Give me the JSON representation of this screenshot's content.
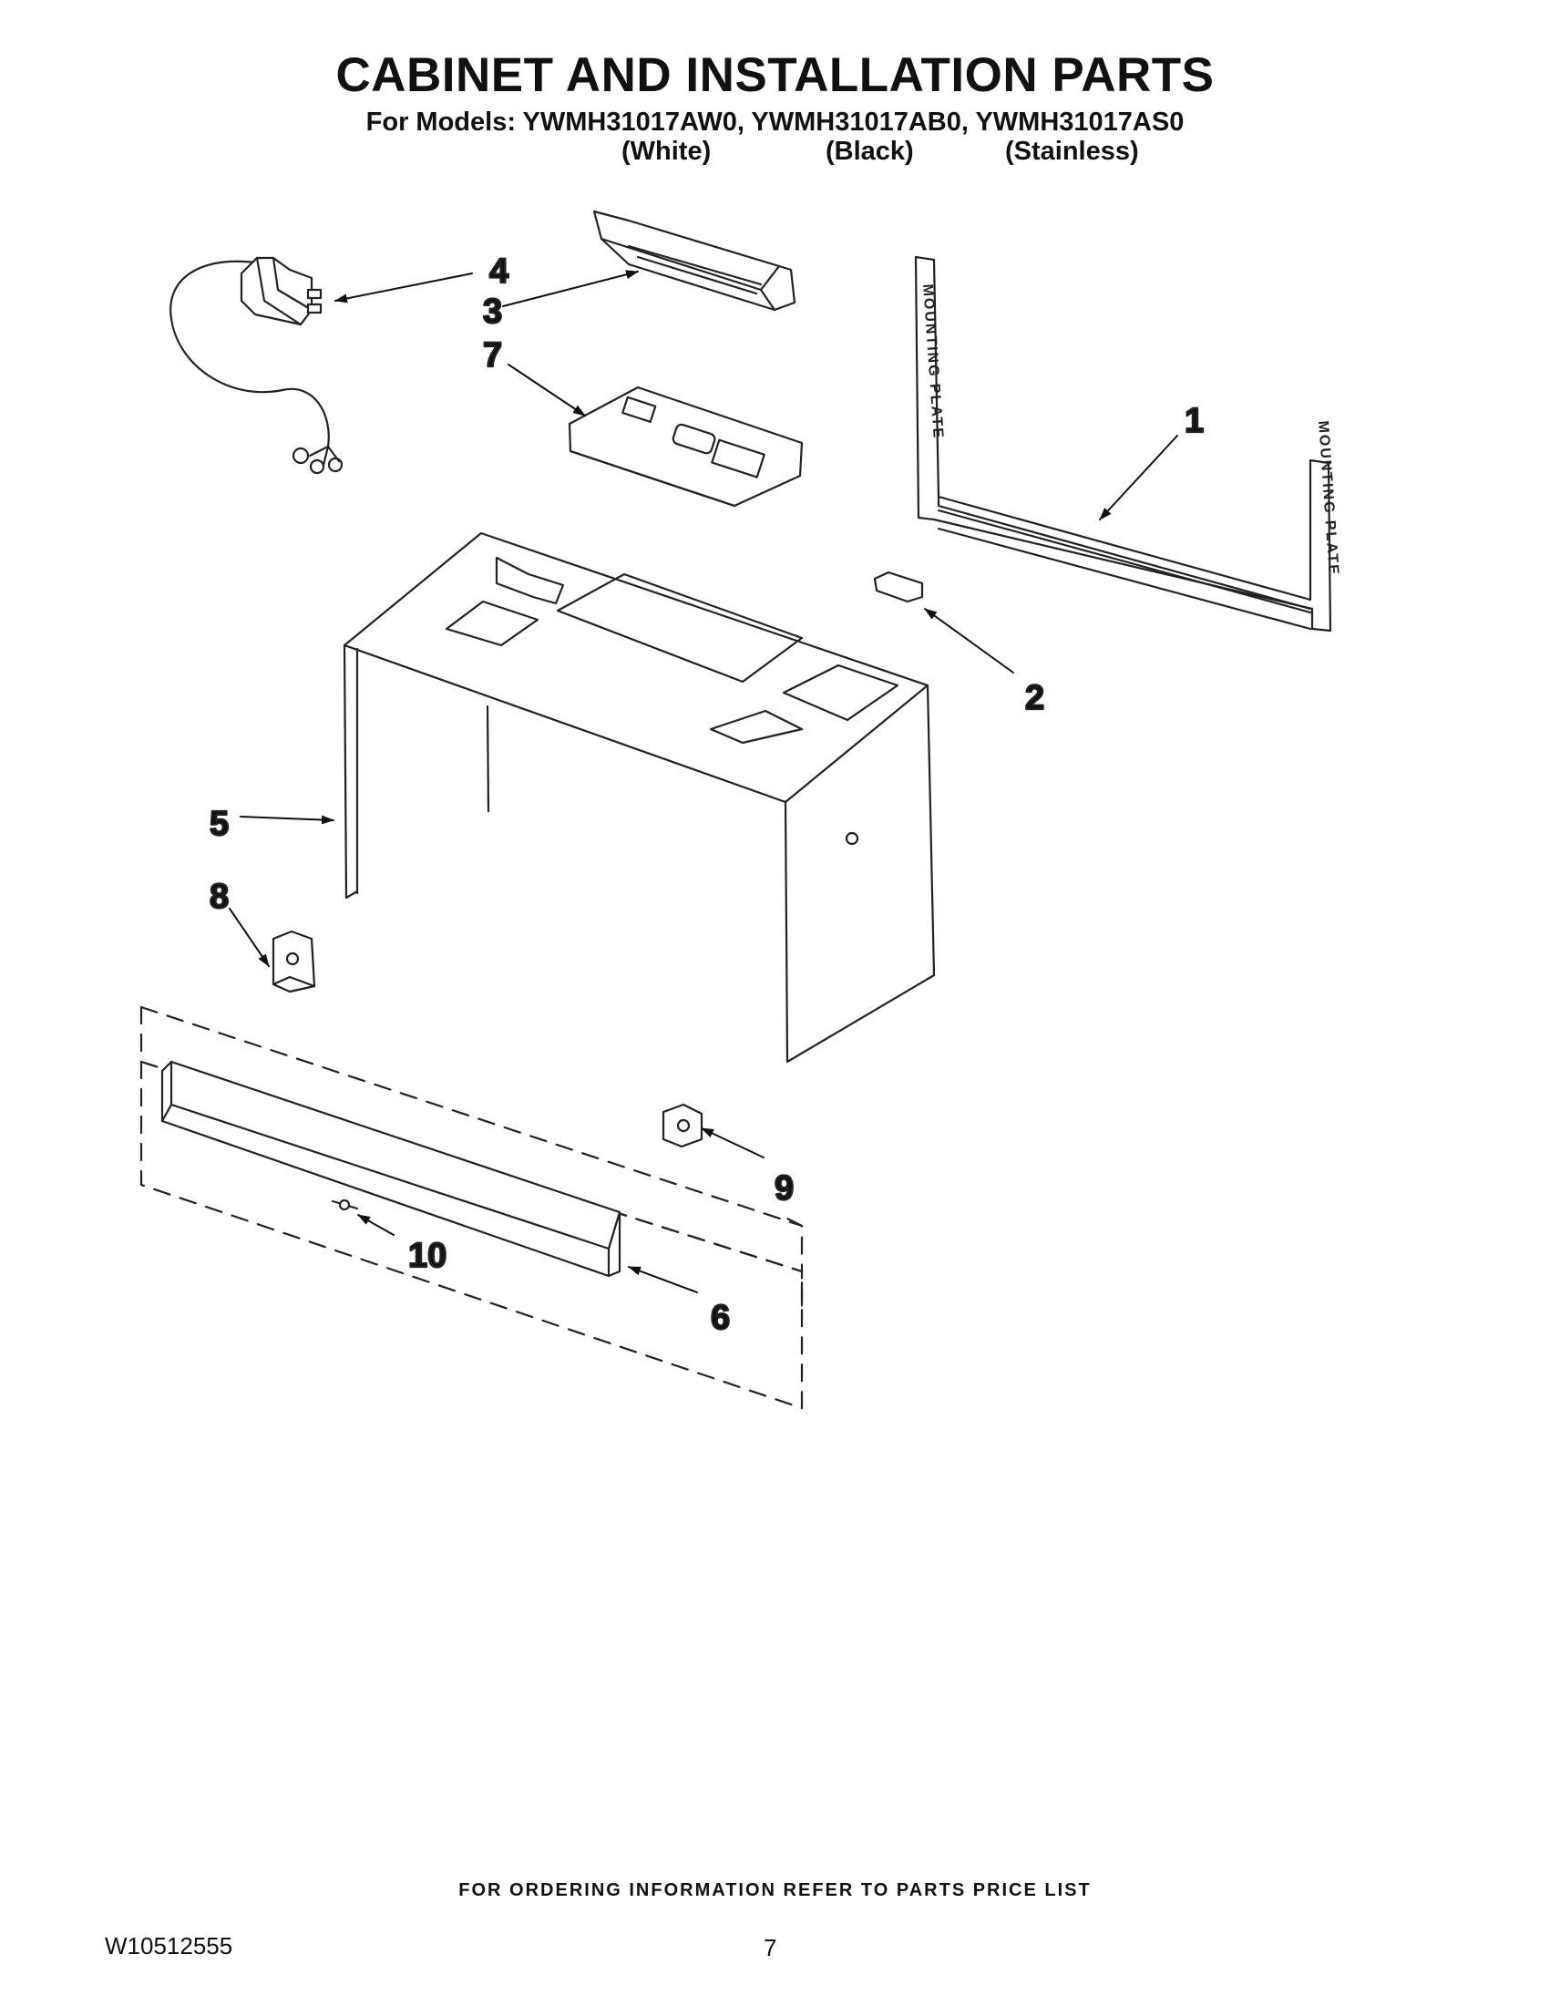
{
  "header": {
    "title": "CABINET AND INSTALLATION PARTS",
    "models_line": "For Models: YWMH31017AW0, YWMH31017AB0, YWMH31017AS0",
    "variants": [
      "(White)",
      "(Black)",
      "(Stainless)"
    ]
  },
  "diagram": {
    "callouts": [
      "1",
      "2",
      "3",
      "4",
      "5",
      "6",
      "7",
      "8",
      "9",
      "10"
    ],
    "mounting_plate_text": "MOUNTING PLATE"
  },
  "footer": {
    "ordering_note": "FOR ORDERING INFORMATION REFER TO PARTS PRICE LIST",
    "doc_number": "W10512555",
    "page_number": "7"
  }
}
